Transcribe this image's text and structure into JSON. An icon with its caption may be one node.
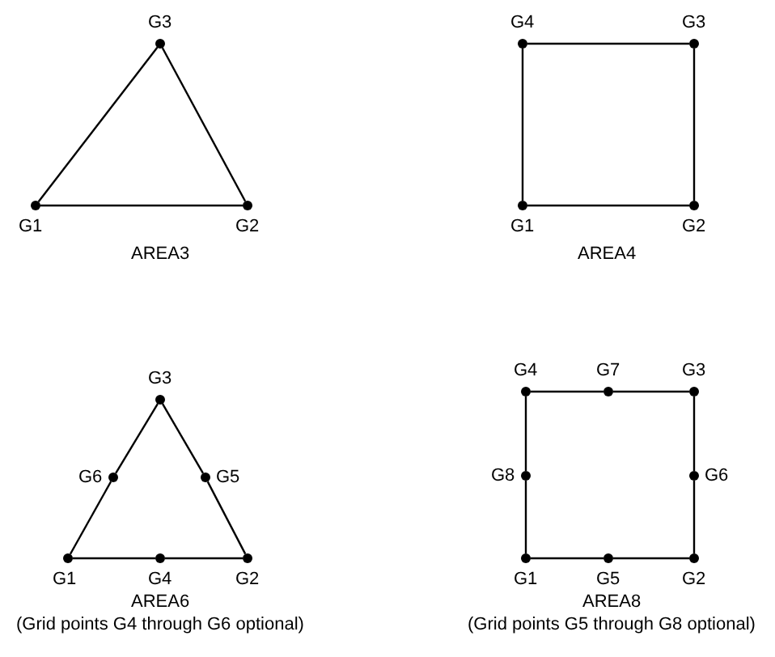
{
  "diagram": {
    "nodes": [
      {
        "text": [],
        "shape": "circle",
        "beside": [
          "G3"
        ]
      },
      {
        "text": [],
        "shape": "circle",
        "beside": [
          "G1"
        ]
      },
      {
        "text": [],
        "shape": "circle",
        "beside": [
          "G2"
        ]
      },
      {
        "text": [],
        "shape": "circle",
        "beside": [
          "G4"
        ]
      },
      {
        "text": [],
        "shape": "circle",
        "beside": [
          "G3"
        ]
      },
      {
        "text": [],
        "shape": "circle",
        "beside": [
          "G1"
        ]
      },
      {
        "text": [],
        "shape": "circle",
        "beside": [
          "G2"
        ]
      },
      {
        "text": [],
        "shape": "circle",
        "beside": [
          "G3"
        ]
      },
      {
        "text": [],
        "shape": "circle",
        "beside": [
          "G6"
        ]
      },
      {
        "text": [],
        "shape": "circle",
        "beside": [
          "G5"
        ]
      },
      {
        "text": [],
        "shape": "circle",
        "beside": [
          "G1"
        ]
      },
      {
        "text": [],
        "shape": "circle",
        "beside": [
          "G4"
        ]
      },
      {
        "text": [],
        "shape": "circle",
        "beside": [
          "G2"
        ]
      },
      {
        "text": [],
        "shape": "circle",
        "beside": [
          "G4"
        ]
      },
      {
        "text": [],
        "shape": "circle",
        "beside": [
          "G7"
        ]
      },
      {
        "text": [],
        "shape": "circle",
        "beside": [
          "G3"
        ]
      },
      {
        "text": [],
        "shape": "circle",
        "beside": [
          "G8"
        ]
      },
      {
        "text": [],
        "shape": "circle",
        "beside": [
          "G6"
        ]
      },
      {
        "text": [],
        "shape": "circle",
        "beside": [
          "G1"
        ]
      },
      {
        "text": [],
        "shape": "circle",
        "beside": [
          "G5"
        ]
      },
      {
        "text": [],
        "shape": "circle",
        "beside": [
          "G2"
        ]
      }
    ],
    "edges": [
      {
        "from": 0,
        "to": 1,
        "arrow": "none"
      },
      {
        "from": 1,
        "to": 2,
        "arrow": "none"
      },
      {
        "from": 2,
        "to": 0,
        "arrow": "none"
      },
      {
        "from": 3,
        "to": 4,
        "arrow": "none"
      },
      {
        "from": 4,
        "to": 6,
        "arrow": "none"
      },
      {
        "from": 6,
        "to": 5,
        "arrow": "none"
      },
      {
        "from": 5,
        "to": 3,
        "arrow": "none"
      },
      {
        "from": 7,
        "to": 8,
        "arrow": "none"
      },
      {
        "from": 8,
        "to": 10,
        "arrow": "none"
      },
      {
        "from": 10,
        "to": 11,
        "arrow": "none"
      },
      {
        "from": 11,
        "to": 12,
        "arrow": "none"
      },
      {
        "from": 12,
        "to": 9,
        "arrow": "none"
      },
      {
        "from": 9,
        "to": 7,
        "arrow": "none"
      },
      {
        "from": 13,
        "to": 14,
        "arrow": "none"
      },
      {
        "from": 14,
        "to": 15,
        "arrow": "none"
      },
      {
        "from": 15,
        "to": 17,
        "arrow": "none"
      },
      {
        "from": 17,
        "to": 20,
        "arrow": "none"
      },
      {
        "from": 20,
        "to": 19,
        "arrow": "none"
      },
      {
        "from": 19,
        "to": 18,
        "arrow": "none"
      },
      {
        "from": 18,
        "to": 16,
        "arrow": "none"
      },
      {
        "from": 16,
        "to": 13,
        "arrow": "none"
      }
    ],
    "labels": [
      "AREA3",
      "AREA4",
      "AREA6",
      "(Grid points G4 through G6 optional)",
      "AREA8",
      "(Grid points G5 through G8 optional)"
    ]
  }
}
